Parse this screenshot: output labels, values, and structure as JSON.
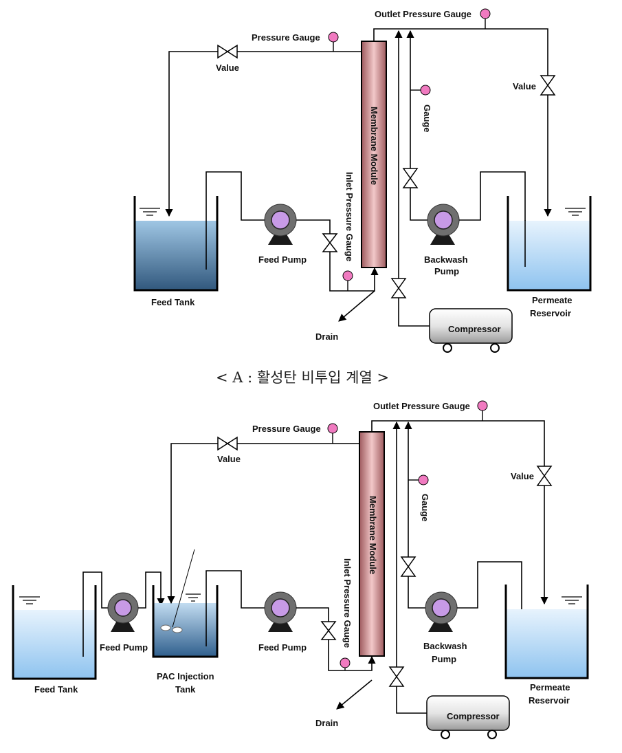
{
  "caption_a": "< A : 활성탄 비투입 계열 >",
  "labels": {
    "outlet_pressure_gauge": "Outlet Pressure Gauge",
    "pressure_gauge": "Pressure Gauge",
    "value": "Value",
    "membrane_module": "Membrane Module",
    "inlet_pressure_gauge": "Inlet Pressure Gauge",
    "gauge": "Gauge",
    "feed_tank": "Feed Tank",
    "feed_pump": "Feed Pump",
    "backwash_pump_1": "Backwash",
    "backwash_pump_2": "Pump",
    "permeate_1": "Permeate",
    "permeate_2": "Reservoir",
    "drain": "Drain",
    "compressor": "Compressor",
    "pac_tank_1": "PAC Injection",
    "pac_tank_2": "Tank"
  },
  "colors": {
    "gauge_fill": "#f07ac0",
    "membrane_fill": "#c97f82",
    "pump_body": "#6f6f6f",
    "pump_core": "#c79ae6",
    "tank_water_top": "#e6f2fc",
    "tank_water_bottom": "#8ec3ef",
    "compressor_body": "#d7d7d7"
  }
}
